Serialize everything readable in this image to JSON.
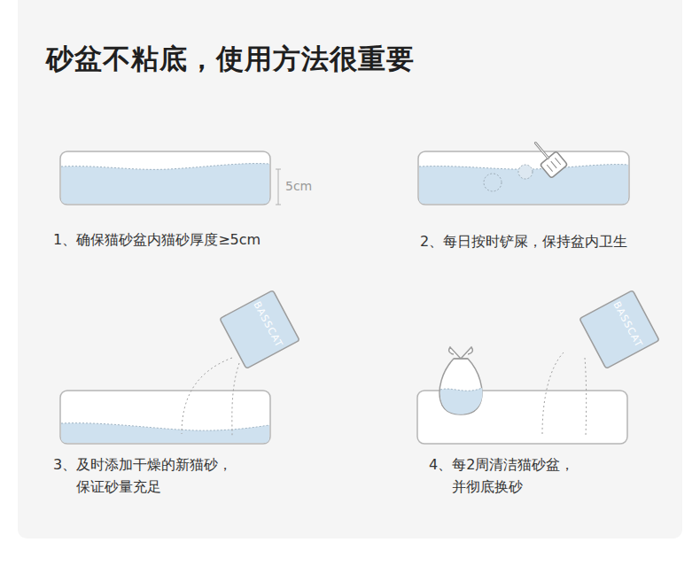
{
  "diagram": {
    "title": "砂盆不粘底，使用方法很重要",
    "labels": [
      "5cm",
      "1、确保猫砂盆内猫砂厚度≥5cm",
      "2、每日按时铲屎，保持盆内卫生",
      "BASSCAT",
      "3、及时添加干燥的新猫砂， 保证砂量充足",
      "BASSCAT",
      "4、每2周清洁猫砂盆， 并彻底换砂"
    ]
  }
}
